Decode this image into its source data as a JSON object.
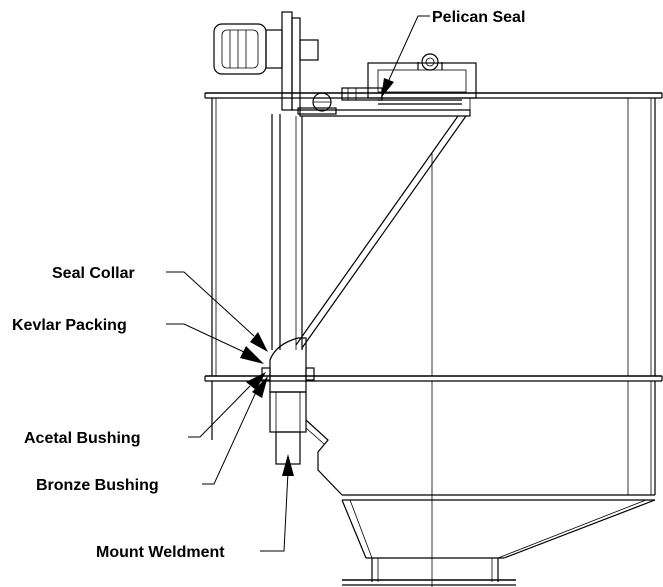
{
  "labels": {
    "pelican_seal": "Pelican Seal",
    "seal_collar": "Seal Collar",
    "kevlar_packing": "Kevlar Packing",
    "acetal_bushing": "Acetal Bushing",
    "bronze_bushing": "Bronze Bushing",
    "mount_weldment": "Mount Weldment"
  }
}
